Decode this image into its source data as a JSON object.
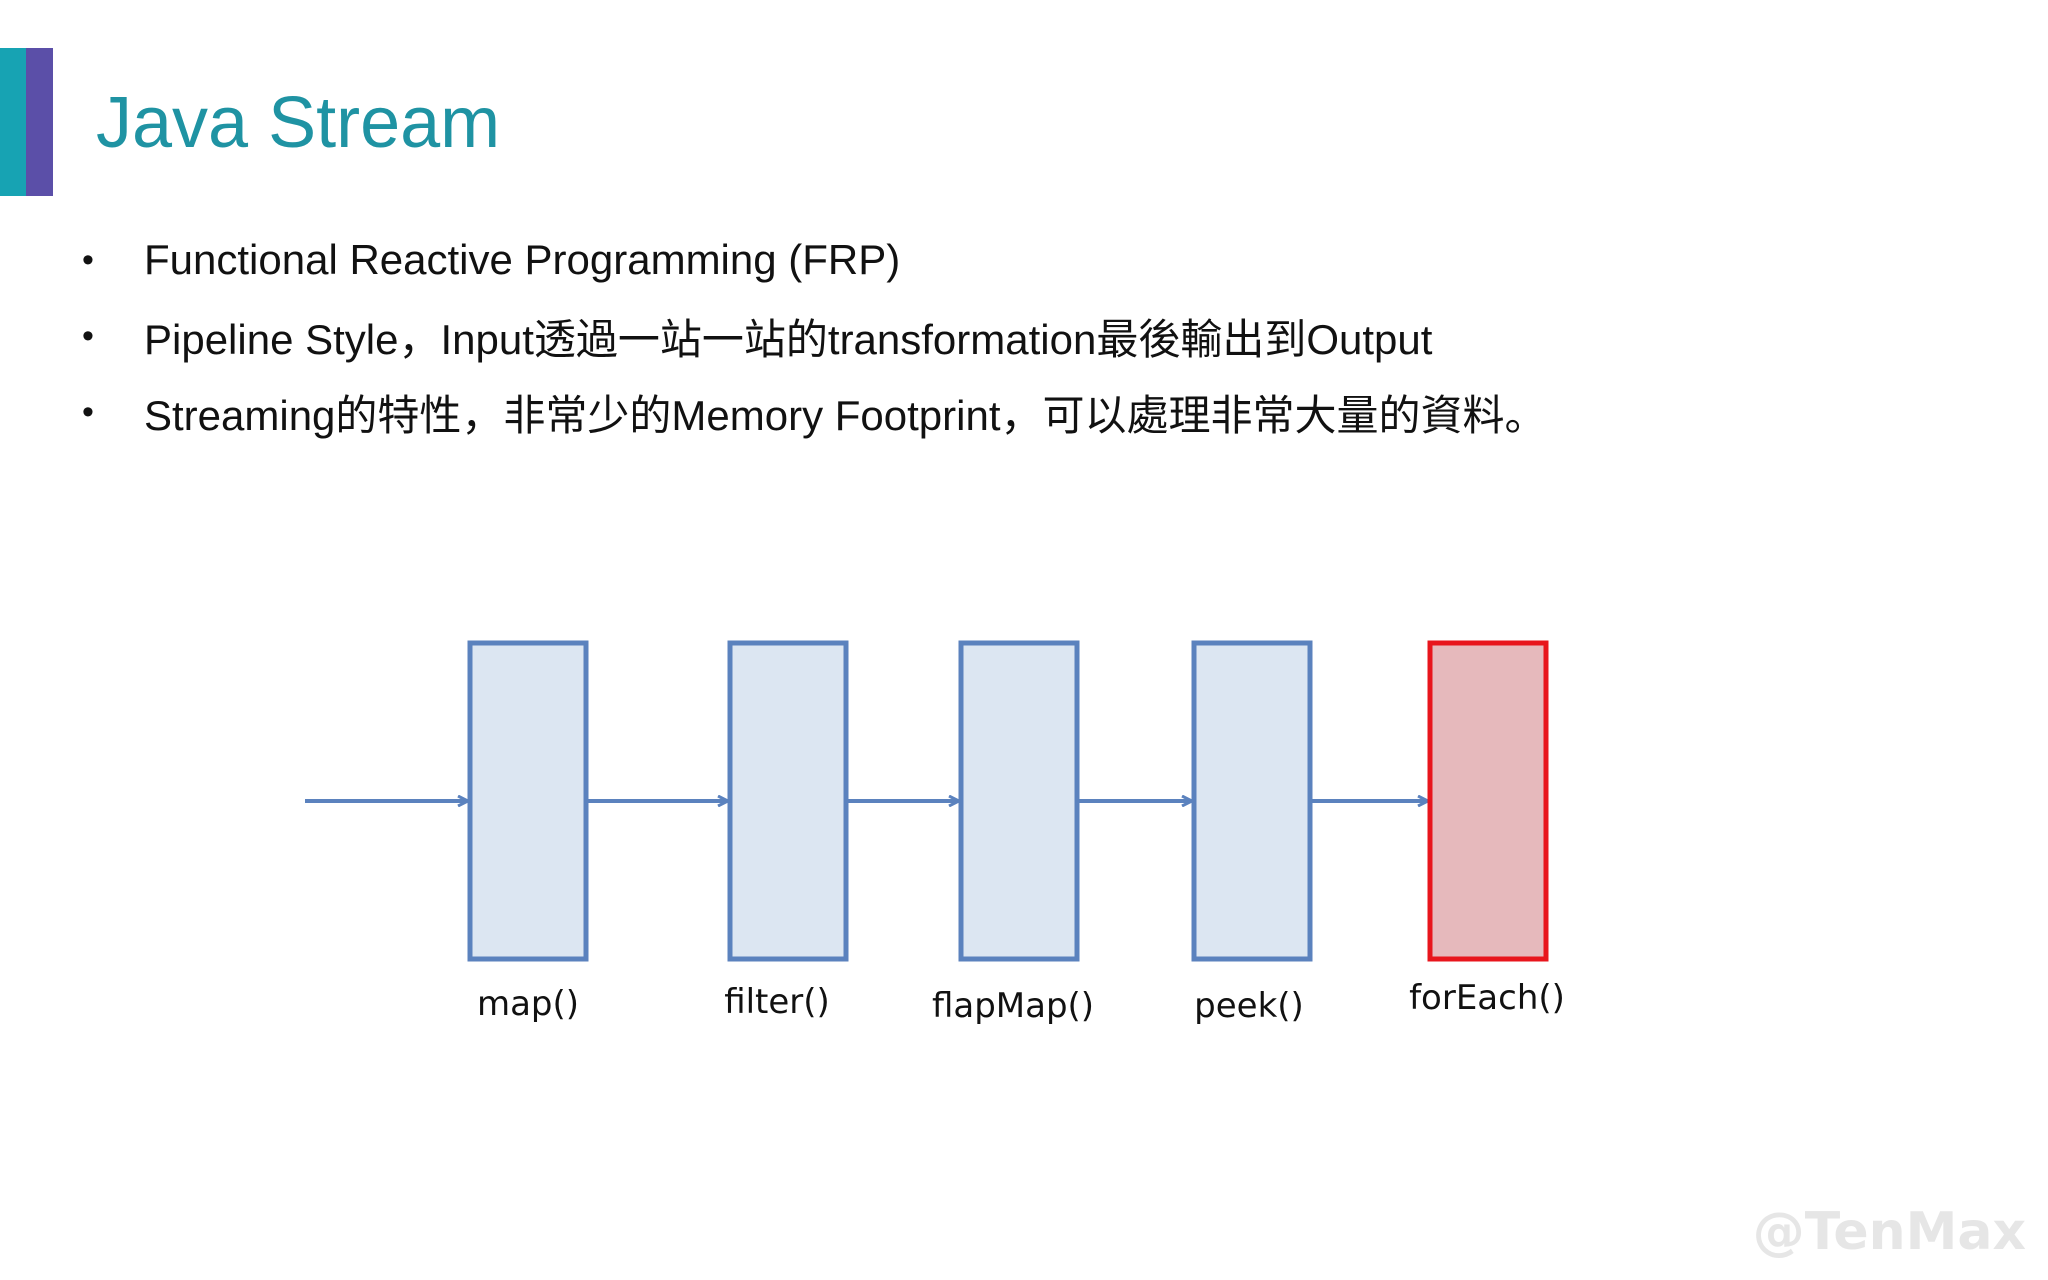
{
  "slide": {
    "title": "Java Stream",
    "bullets": [
      "Functional Reactive Programming (FRP)",
      "Pipeline Style，Input透過一站一站的transformation最後輸出到Output",
      "Streaming的特性，非常少的Memory Footprint，可以處理非常大量的資料。"
    ]
  },
  "pipeline": {
    "stages": [
      {
        "label": "map()",
        "kind": "intermediate"
      },
      {
        "label": "filter()",
        "kind": "intermediate"
      },
      {
        "label": "flapMap()",
        "kind": "intermediate"
      },
      {
        "label": "peek()",
        "kind": "intermediate"
      },
      {
        "label": "forEach()",
        "kind": "terminal"
      }
    ],
    "colors": {
      "intermediate_fill": "#dce6f2",
      "intermediate_stroke": "#5b82be",
      "terminal_fill": "#e6b9bc",
      "terminal_stroke": "#e8151c",
      "arrow": "#5b82be"
    }
  },
  "watermark": "@TenMax",
  "colors": {
    "title": "#1f93a3",
    "accent_teal": "#17a3b3",
    "accent_purple": "#5b4fa8"
  }
}
